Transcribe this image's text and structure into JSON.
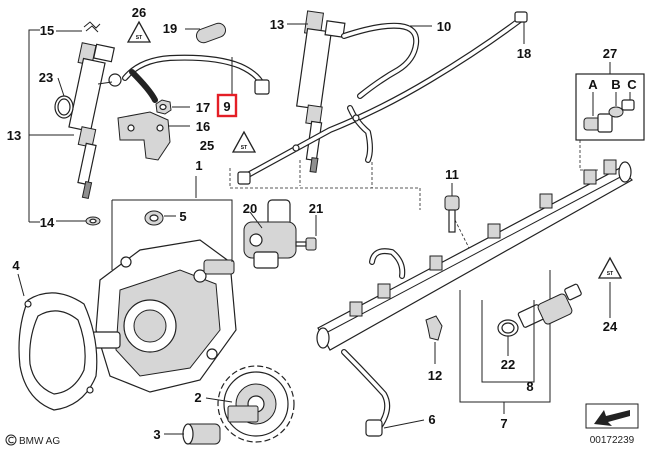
{
  "callouts": [
    {
      "id": "c1",
      "text": "1"
    },
    {
      "id": "c2",
      "text": "2"
    },
    {
      "id": "c3",
      "text": "3"
    },
    {
      "id": "c4",
      "text": "4"
    },
    {
      "id": "c5",
      "text": "5"
    },
    {
      "id": "c6",
      "text": "6"
    },
    {
      "id": "c7",
      "text": "7"
    },
    {
      "id": "c8",
      "text": "8"
    },
    {
      "id": "c9",
      "text": "9"
    },
    {
      "id": "c10",
      "text": "10"
    },
    {
      "id": "c11",
      "text": "11"
    },
    {
      "id": "c12",
      "text": "12"
    },
    {
      "id": "c13a",
      "text": "13"
    },
    {
      "id": "c13b",
      "text": "13"
    },
    {
      "id": "c14",
      "text": "14"
    },
    {
      "id": "c15",
      "text": "15"
    },
    {
      "id": "c16",
      "text": "16"
    },
    {
      "id": "c17",
      "text": "17"
    },
    {
      "id": "c18",
      "text": "18"
    },
    {
      "id": "c19",
      "text": "19"
    },
    {
      "id": "c20",
      "text": "20"
    },
    {
      "id": "c21",
      "text": "21"
    },
    {
      "id": "c22",
      "text": "22"
    },
    {
      "id": "c23",
      "text": "23"
    },
    {
      "id": "c24",
      "text": "24"
    },
    {
      "id": "c25",
      "text": "25"
    },
    {
      "id": "c26",
      "text": "26"
    },
    {
      "id": "c27",
      "text": "27"
    }
  ],
  "sub_labels": {
    "a": "A",
    "b": "B",
    "c": "C"
  },
  "highlighted_part": "9",
  "highlight_color": "#e41e26",
  "warning_symbol_text": "ST",
  "brand": {
    "logo_icon": "copyright-icon",
    "text": "BMW AG"
  },
  "diagram_number": "00172239"
}
